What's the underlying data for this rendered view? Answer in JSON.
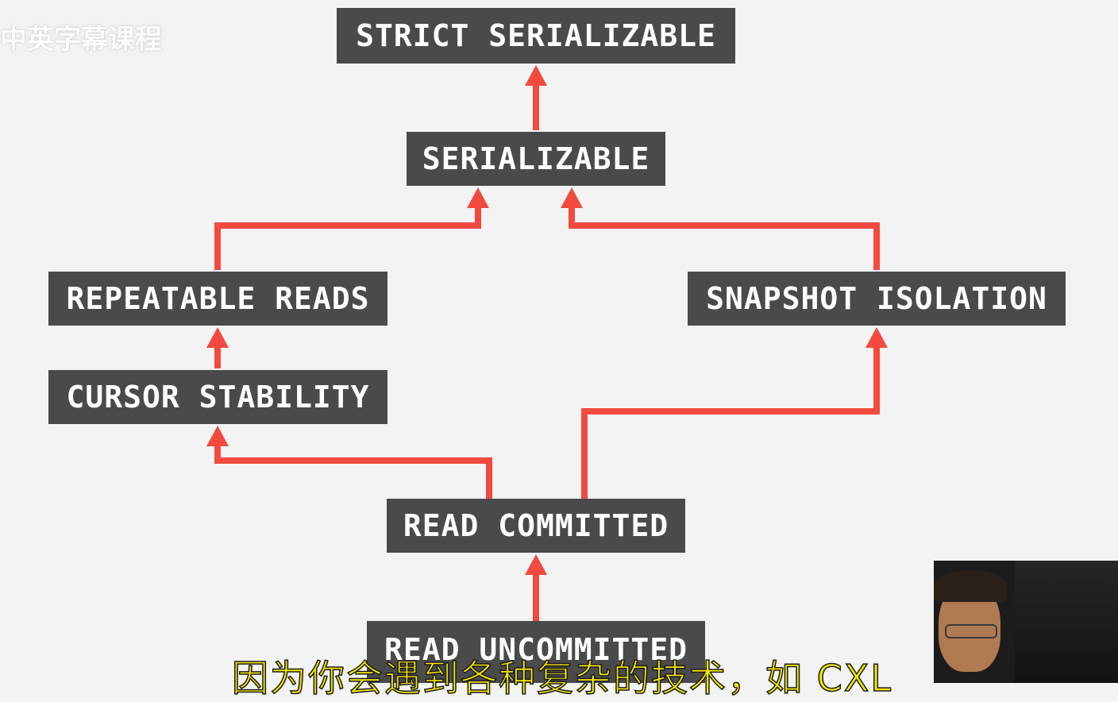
{
  "watermark_text": "中英字幕课程",
  "subtitle_text": "因为你会遇到各种复杂的技术，如 CXL",
  "diagram": {
    "nodes": [
      {
        "id": "strict-serializable",
        "label": "STRICT SERIALIZABLE"
      },
      {
        "id": "serializable",
        "label": "SERIALIZABLE"
      },
      {
        "id": "repeatable-reads",
        "label": "REPEATABLE READS"
      },
      {
        "id": "snapshot-isolation",
        "label": "SNAPSHOT ISOLATION"
      },
      {
        "id": "cursor-stability",
        "label": "CURSOR STABILITY"
      },
      {
        "id": "read-committed",
        "label": "READ COMMITTED"
      },
      {
        "id": "read-uncommitted",
        "label": "READ UNCOMMITTED"
      }
    ],
    "edges": [
      {
        "from": "serializable",
        "to": "strict-serializable"
      },
      {
        "from": "repeatable-reads",
        "to": "serializable"
      },
      {
        "from": "snapshot-isolation",
        "to": "serializable"
      },
      {
        "from": "cursor-stability",
        "to": "repeatable-reads"
      },
      {
        "from": "read-committed",
        "to": "cursor-stability"
      },
      {
        "from": "read-committed",
        "to": "snapshot-isolation"
      },
      {
        "from": "read-uncommitted",
        "to": "read-committed"
      }
    ],
    "colors": {
      "node_bg": "#4a4a4a",
      "node_text": "#ffffff",
      "edge": "#f24a3f",
      "background": "#f3f3f3",
      "subtitle": "#f4e900"
    }
  }
}
